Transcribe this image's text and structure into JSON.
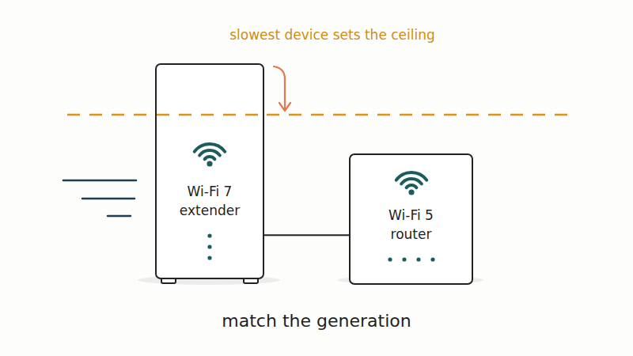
{
  "diagram": {
    "caption": "match the generation",
    "nodes": [
      {
        "text": [
          "Wi-Fi 7 extender"
        ]
      },
      {
        "text": [
          "Wi-Fi 5 router"
        ]
      }
    ],
    "edges": [
      {
        "from": 0,
        "to": 1,
        "arrow": "none"
      }
    ],
    "labels": [
      "slowest device sets the ceiling"
    ]
  }
}
